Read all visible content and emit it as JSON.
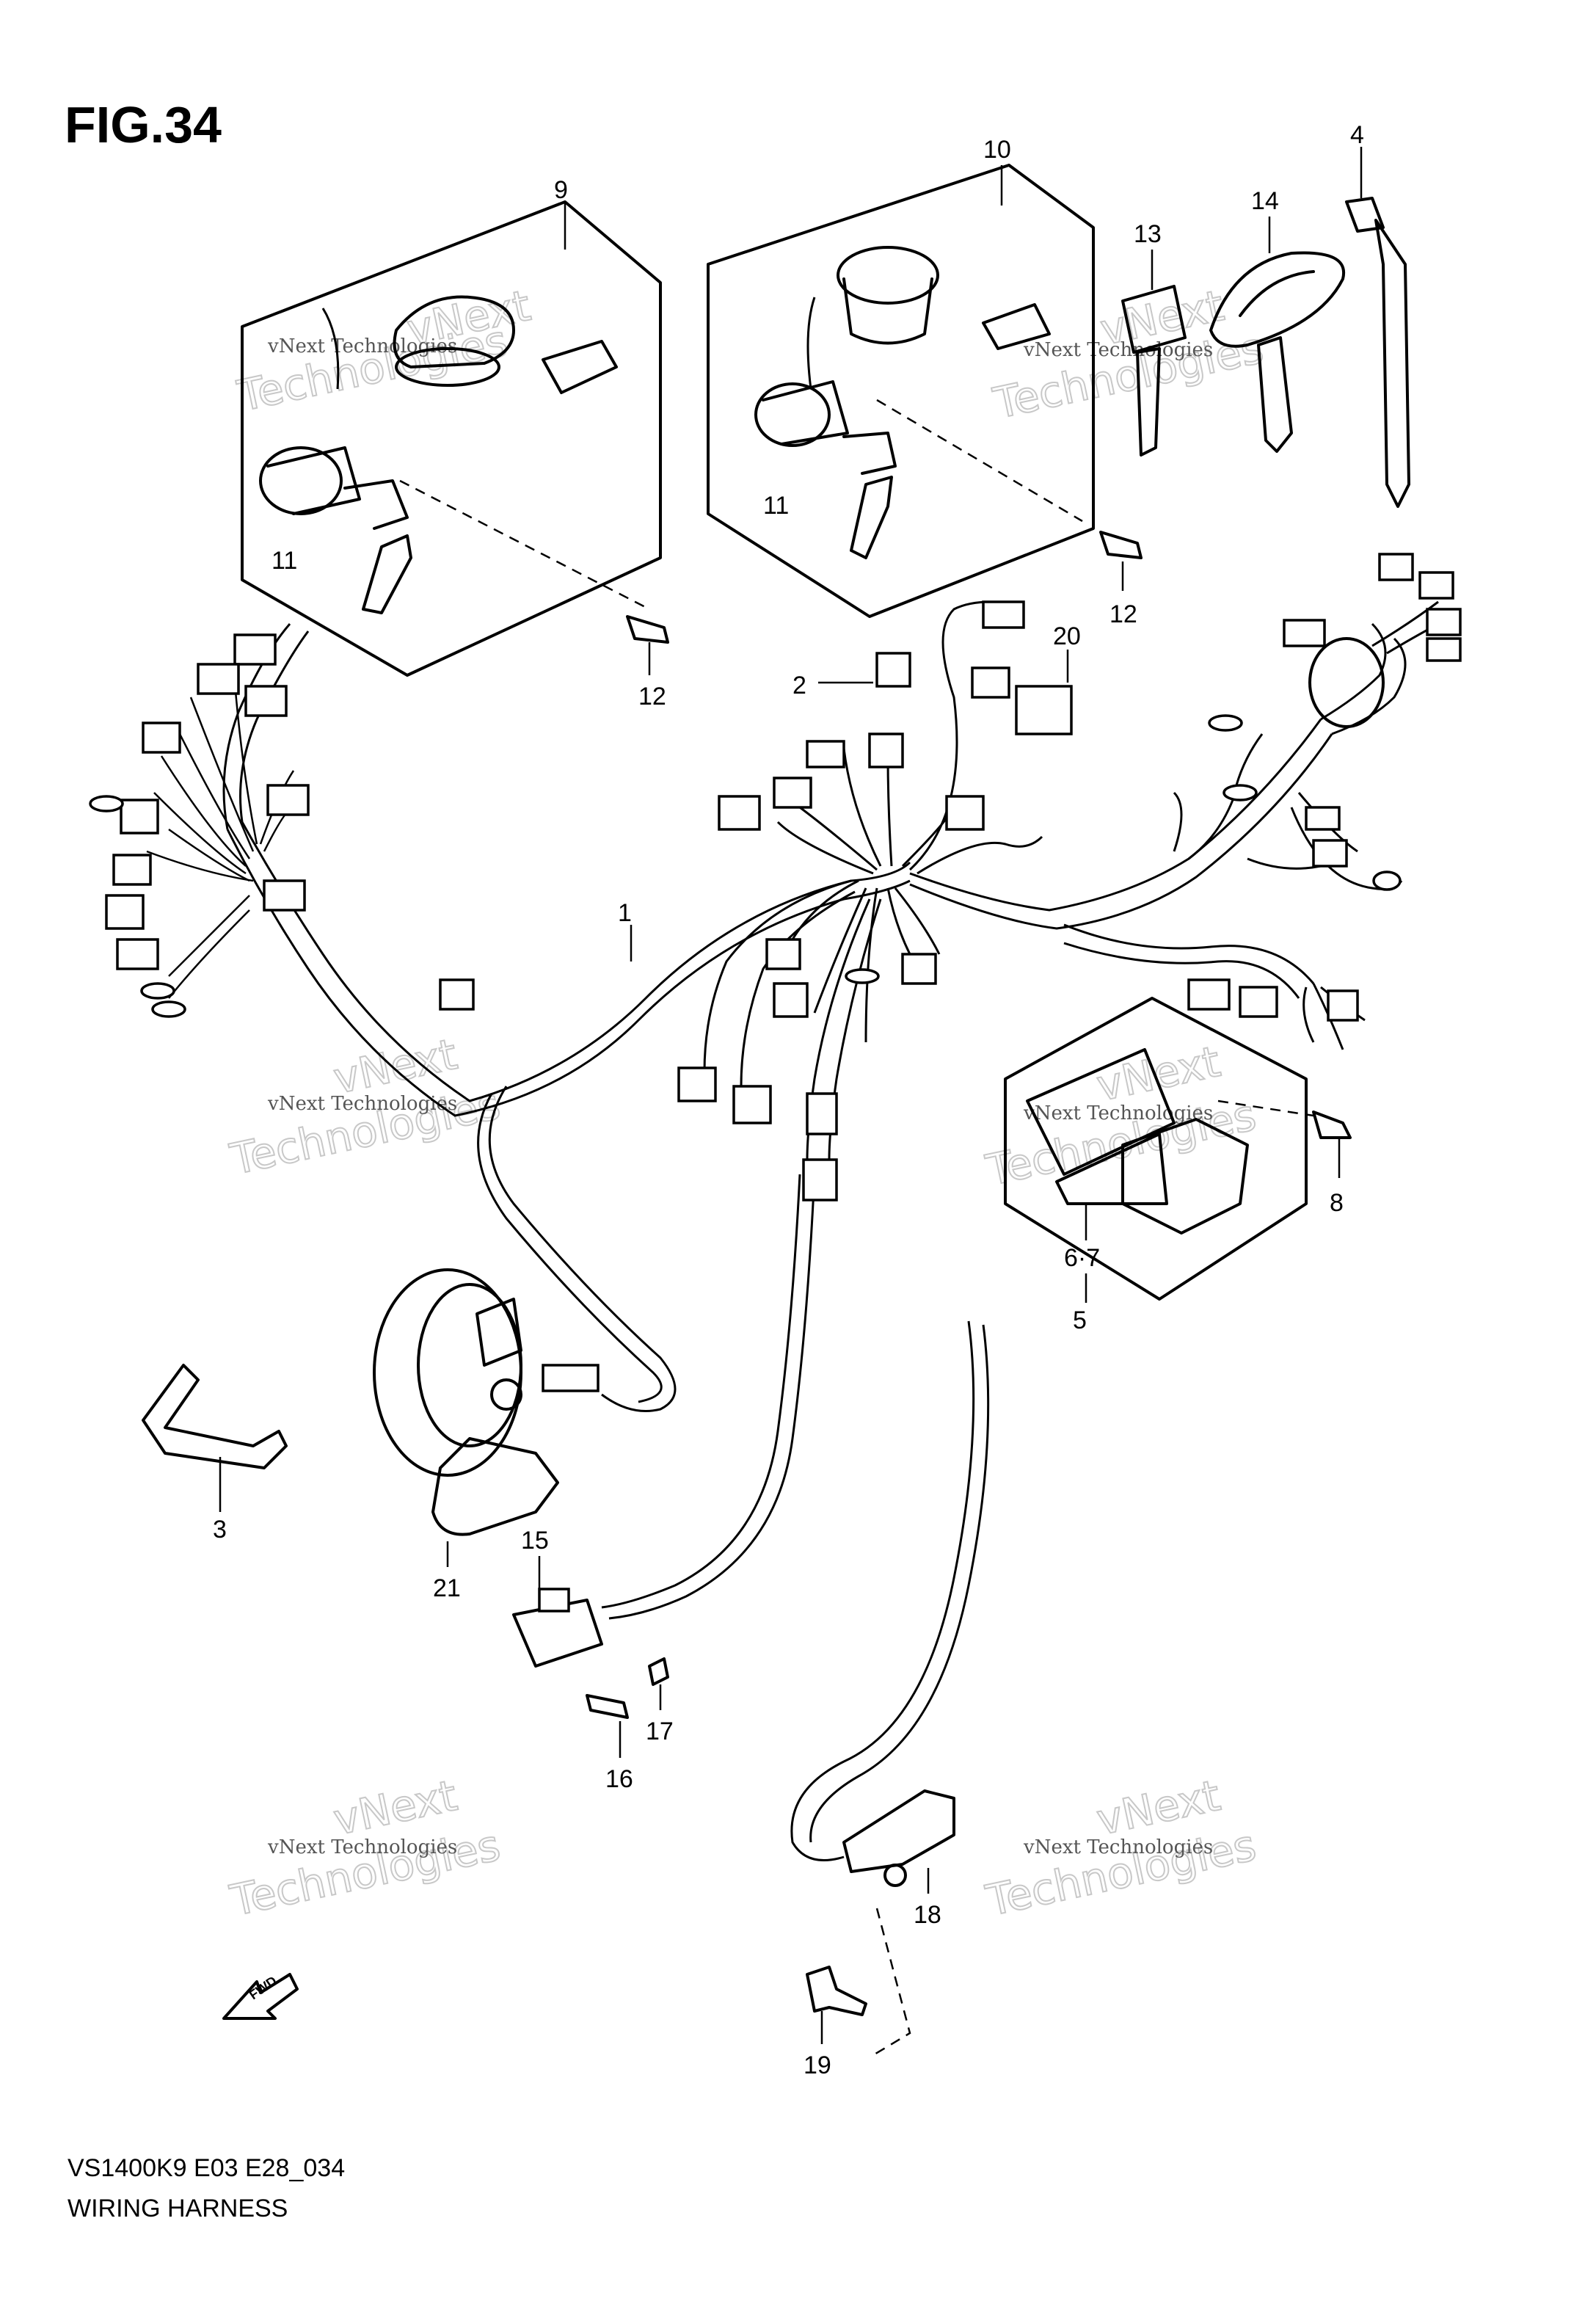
{
  "figure": {
    "title": "FIG.34"
  },
  "footer": {
    "model_code": "VS1400K9 E03 E28_034",
    "title": "WIRING HARNESS"
  },
  "callouts": {
    "c1": "1",
    "c2": "2",
    "c3": "3",
    "c4": "4",
    "c5": "5",
    "c67": "6·7",
    "c8": "8",
    "c9": "9",
    "c10": "10",
    "c11a": "11",
    "c11b": "11",
    "c12a": "12",
    "c12b": "12",
    "c13": "13",
    "c14": "14",
    "c15": "15",
    "c16": "16",
    "c17": "17",
    "c18": "18",
    "c19": "19",
    "c20": "20",
    "c21": "21"
  },
  "watermark": {
    "small": "vNext Technologies",
    "big1": "vNext",
    "big2": "Technologies"
  },
  "fwd_label": "FWD"
}
